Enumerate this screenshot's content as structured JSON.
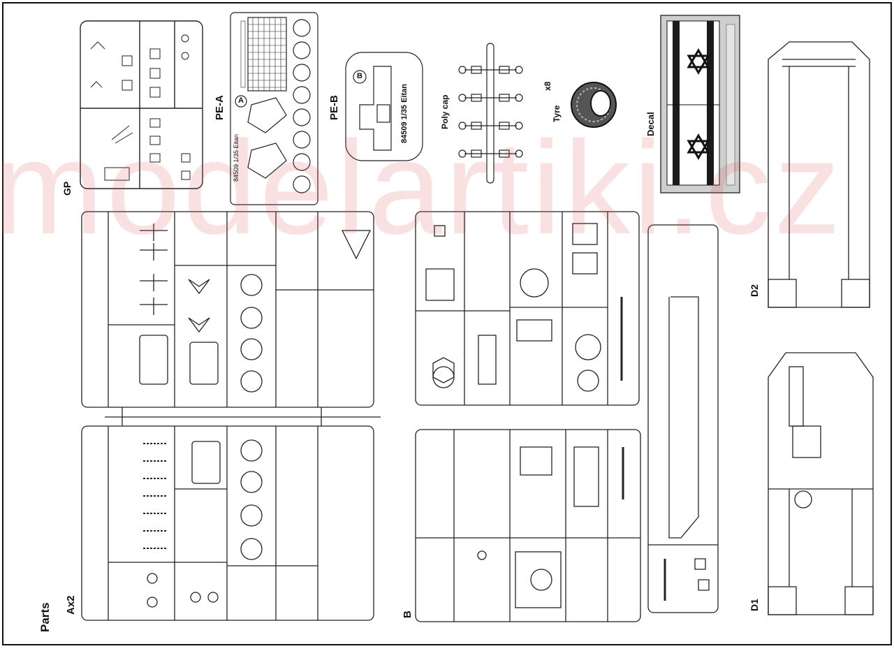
{
  "page": {
    "title": "Parts",
    "watermark": "modelartiki.cz"
  },
  "sprues": {
    "gp": "GP",
    "pe_a": "PE-A",
    "pe_b": "PE-B",
    "pe_b_marker": "B",
    "pe_b_text": "84509 1/35 Eitan",
    "pe_a_marker": "A",
    "pe_a_text": "84509 1/35 Eitan",
    "poly_cap": "Poly cap",
    "tyre": "Tyre",
    "tyre_count": "x8",
    "decal": "Decal",
    "d1": "D1",
    "d2": "D2",
    "a": "Ax2",
    "b": "B"
  },
  "colors": {
    "line": "#222222",
    "watermark": "#e04646",
    "flag_blue": "#1a1a1a",
    "decal_bg": "#cfcfcf"
  }
}
